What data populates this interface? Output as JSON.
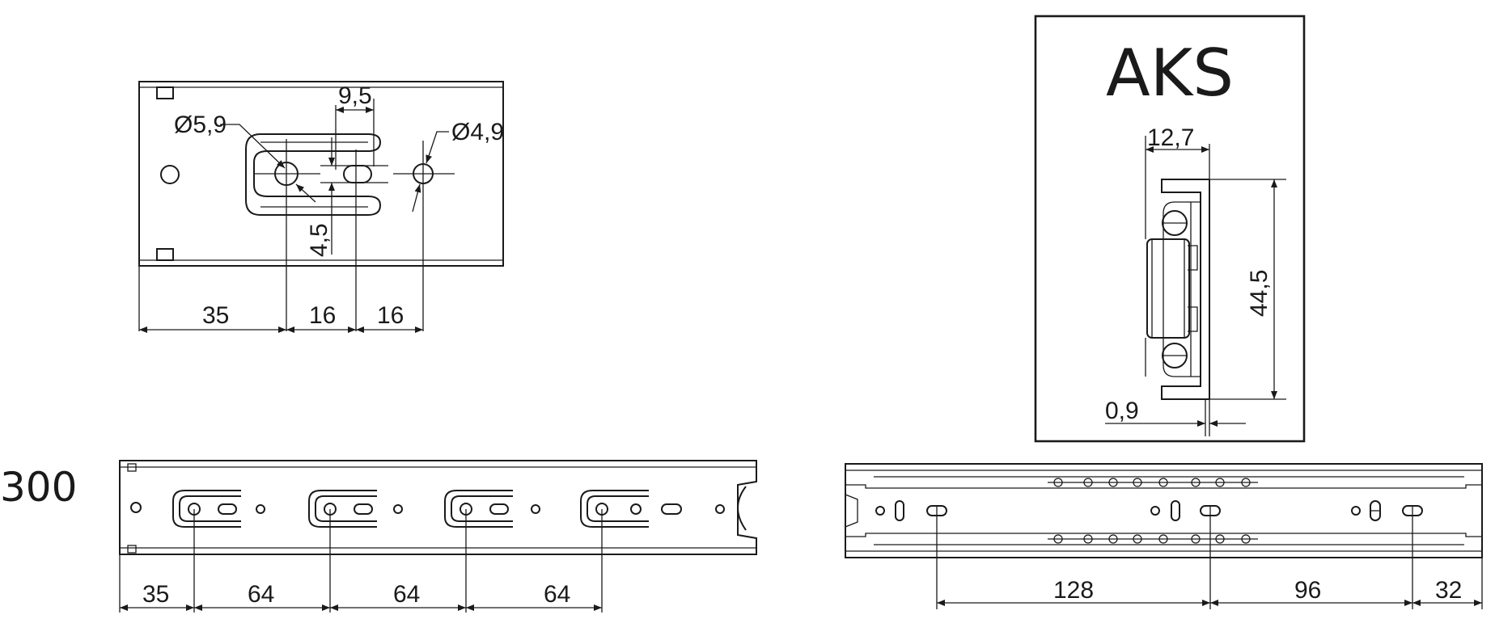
{
  "detail_view": {
    "hole_large": "Ø5,9",
    "hole_small": "Ø4,9",
    "slot_width": "9,5",
    "slot_height": "4,5",
    "dims": [
      "35",
      "16",
      "16"
    ]
  },
  "profile_view": {
    "title": "AKS",
    "width": "12,7",
    "height": "44,5",
    "thickness": "0,9"
  },
  "rail_view": {
    "length": "300",
    "dims": [
      "35",
      "64",
      "64",
      "64"
    ]
  },
  "slide_view": {
    "dims": [
      "128",
      "96",
      "32"
    ]
  }
}
